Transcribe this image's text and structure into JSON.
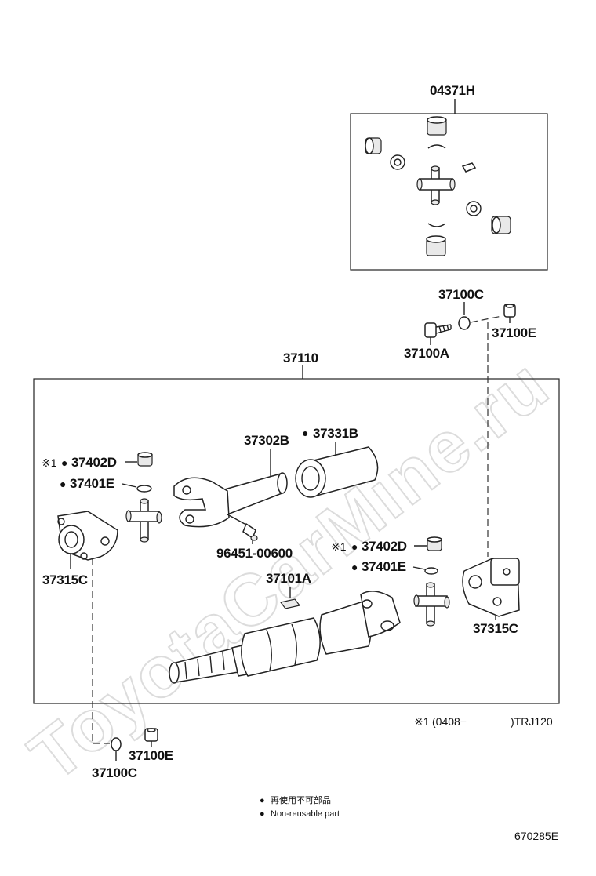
{
  "watermark": "ToyotaCarMine.ru",
  "parts": {
    "p04371H": "04371H",
    "p37100C_top": "37100C",
    "p37100A": "37100A",
    "p37100E_top": "37100E",
    "p37110": "37110",
    "p37302B": "37302B",
    "p37331B": "37331B",
    "p37402D_left": "37402D",
    "p37401E_left": "37401E",
    "p96451": "96451-00600",
    "p37402D_right": "37402D",
    "p37401E_right": "37401E",
    "p37101A": "37101A",
    "p37315C_left": "37315C",
    "p37315C_right": "37315C",
    "p37100E_bottom": "37100E",
    "p37100C_bottom": "37100C"
  },
  "markers": {
    "note_ref": "※1",
    "dot": "●"
  },
  "footnote": {
    "code": "※1",
    "range": "(0408−",
    "model": ")TRJ120"
  },
  "legend": {
    "dot": "●",
    "line1": "再使用不可部品",
    "line2": "Non-reusable part"
  },
  "diagram_id": "670285E"
}
